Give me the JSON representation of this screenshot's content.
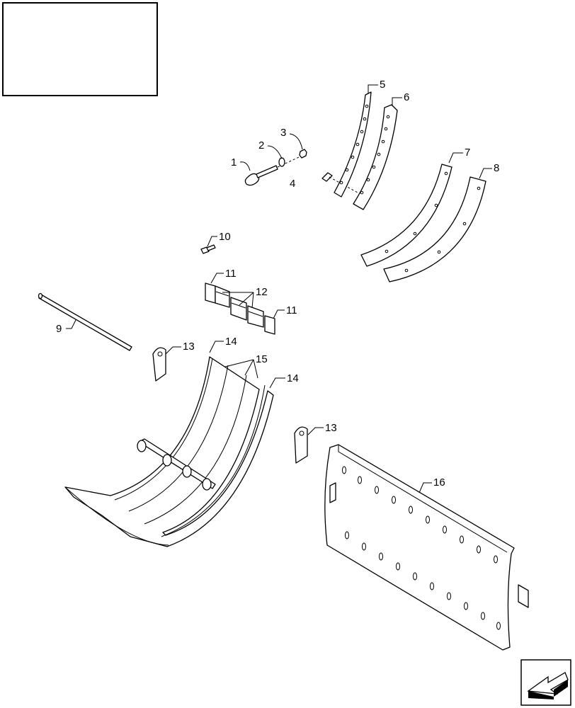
{
  "diagram": {
    "callouts": [
      "1",
      "2",
      "3",
      "4",
      "5",
      "6",
      "7",
      "8",
      "9",
      "10",
      "11",
      "11",
      "12",
      "13",
      "13",
      "14",
      "14",
      "15",
      "16"
    ]
  },
  "icons": {
    "nav_arrow": "arrow-icon"
  }
}
